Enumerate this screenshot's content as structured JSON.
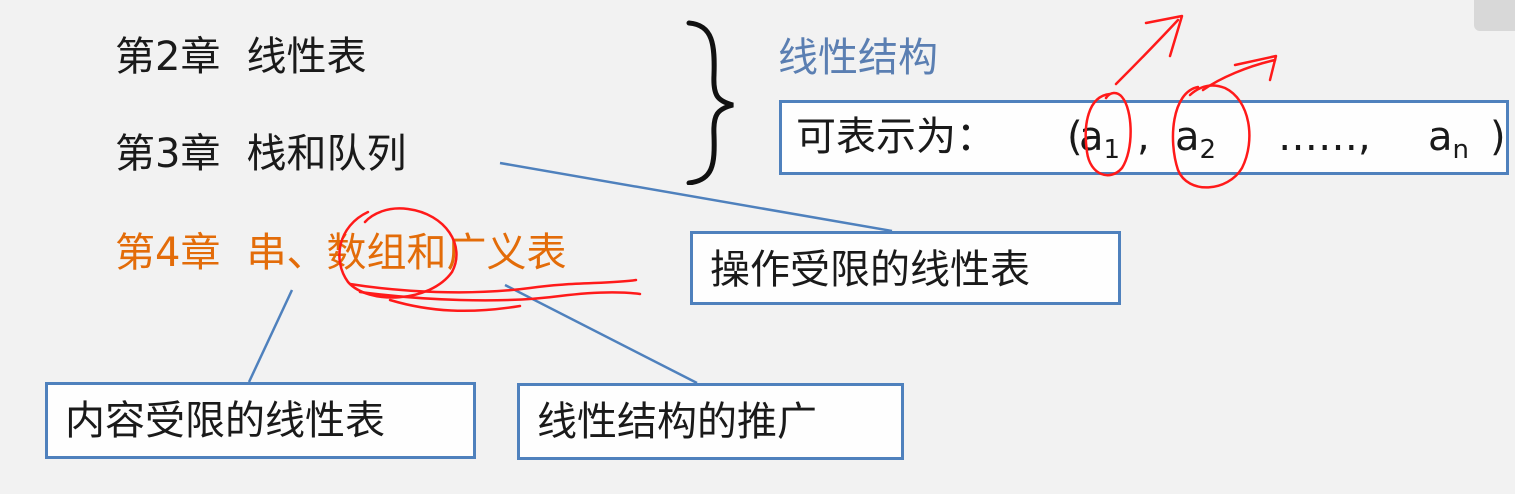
{
  "chapters": {
    "ch2": {
      "num": "第2章",
      "title": "线性表"
    },
    "ch3": {
      "num": "第3章",
      "title": "栈和队列"
    },
    "ch4": {
      "num": "第4章",
      "title": "串、数组和广义表"
    }
  },
  "linear_structure": {
    "heading": "线性结构",
    "repr_label": "可表示为：",
    "seq_open": "(",
    "a1": "a",
    "a1_sub": "1",
    "comma1": ",",
    "a2": "a",
    "a2_sub": "2",
    "dots": "……,",
    "an": "a",
    "an_sub": "n",
    "seq_close": ")"
  },
  "callouts": {
    "restricted_ops": "操作受限的线性表",
    "restricted_content": "内容受限的线性表",
    "generalization": "线性结构的推广"
  },
  "colors": {
    "text": "#1a1a1a",
    "chapter4": "#e36c09",
    "blue_heading": "#5b7fb2",
    "box_border": "#4f81bd",
    "connector": "#4f81bd",
    "annotation": "#ff0000",
    "background": "#f2f2f2"
  }
}
